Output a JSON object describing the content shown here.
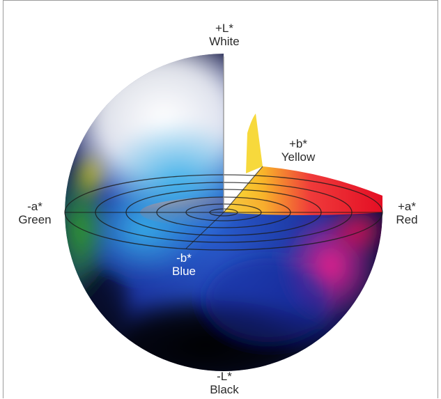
{
  "diagram": {
    "axes": [
      {
        "key": "plus_l",
        "axis": "+L*",
        "name": "White"
      },
      {
        "key": "minus_l",
        "axis": "-L*",
        "name": "Black"
      },
      {
        "key": "plus_a",
        "axis": "+a*",
        "name": "Red"
      },
      {
        "key": "minus_a",
        "axis": "-a*",
        "name": "Green"
      },
      {
        "key": "plus_b",
        "axis": "+b*",
        "name": "Yellow"
      },
      {
        "key": "minus_b",
        "axis": "-b*",
        "name": "Blue"
      }
    ],
    "colors": {
      "white": "#ffffff",
      "black": "#050505",
      "red": "#e8102a",
      "green": "#2f9a2a",
      "yellow": "#f6d21a",
      "blue": "#1e3fb8",
      "cyan": "#2aa8e0",
      "magenta": "#e0208a"
    }
  }
}
